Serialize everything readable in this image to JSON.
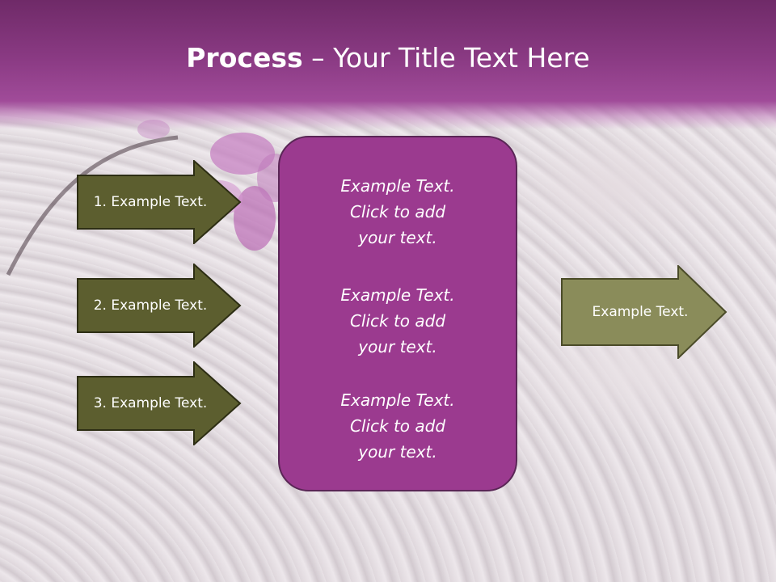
{
  "slide": {
    "title_bold": "Process",
    "title_rest": " – Your Title Text Here",
    "colors": {
      "header": "#8a3a83",
      "arrow_dark": "#5c5e2f",
      "arrow_light": "#8a8c5a",
      "center_box": "#9b3a8f"
    }
  },
  "left_arrows": [
    {
      "label": "1. Example Text."
    },
    {
      "label": "2. Example Text."
    },
    {
      "label": "3. Example Text."
    }
  ],
  "center_box": {
    "items": [
      {
        "line1": "Example Text.",
        "line2": "Click  to add",
        "line3": "your text."
      },
      {
        "line1": "Example Text.",
        "line2": "Click  to add",
        "line3": "your text."
      },
      {
        "line1": "Example Text.",
        "line2": "Click  to add",
        "line3": "your text."
      }
    ]
  },
  "right_arrow": {
    "label": "Example Text."
  }
}
